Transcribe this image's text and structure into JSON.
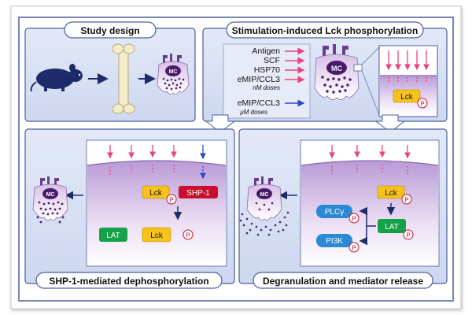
{
  "panels": {
    "study_design": {
      "title": "Study design"
    },
    "stimulation": {
      "title": "Stimulation-induced Lck phosphorylation",
      "stimuli": [
        "Antigen",
        "SCF",
        "HSP70",
        "eMIP/CCL3"
      ],
      "nm_note": "nM doses",
      "um_stimulus": "eMIP/CCL3",
      "um_note": "μM doses"
    },
    "shp1": {
      "title": "SHP-1-mediated dephosphorylation"
    },
    "degranulation": {
      "title": "Degranulation and mediator release"
    }
  },
  "labels": {
    "mc": "MC",
    "lck": "Lck",
    "shp1": "SHP-1",
    "lat": "LAT",
    "plcg": "PLCγ",
    "pi3k": "PI3K",
    "p": "P"
  },
  "colors": {
    "frame_border": "#4a5f9e",
    "panel_bg": "#dde4f5",
    "title_box": "#ffffff",
    "cell_top": "#e9d7f0",
    "cell_bottom": "#ffffff",
    "granule": "#4a1a6b",
    "lck_yellow": "#f6c21b",
    "shp1_red": "#c8102e",
    "lat_green": "#14a14a",
    "plcg_blue": "#2a8ad6",
    "pink_arrow": "#e8457f",
    "blue_arrow": "#2a4bc8",
    "phospho_ring": "#c8102e",
    "mouse": "#1f2a6b",
    "bone": "#f3ecc8"
  }
}
